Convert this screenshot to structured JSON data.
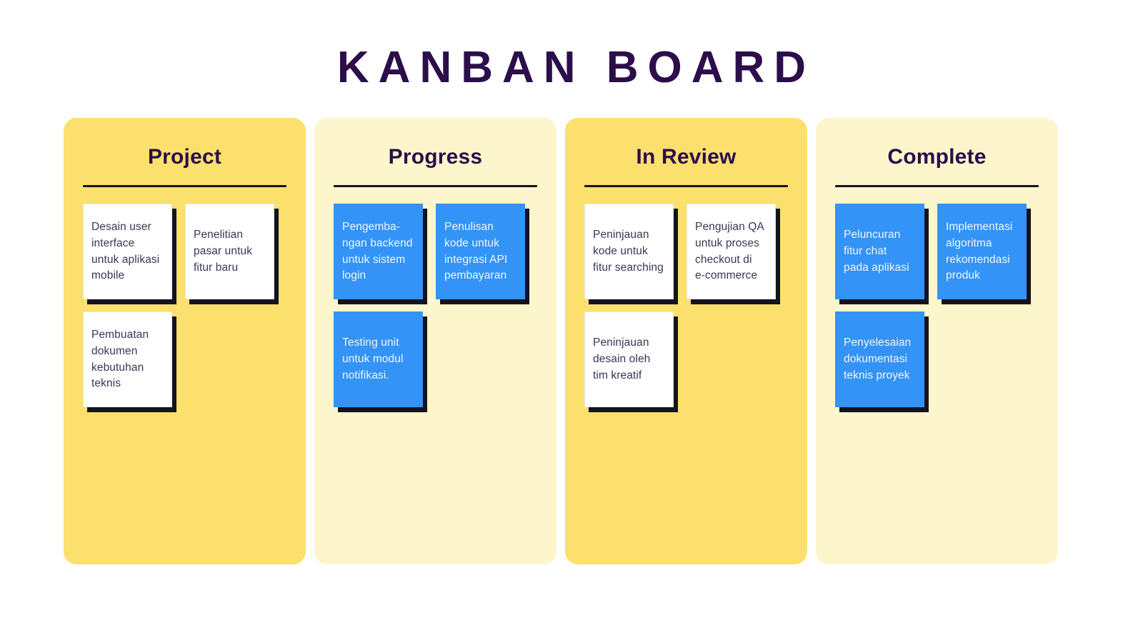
{
  "header": {
    "title": "KANBAN BOARD"
  },
  "palette": {
    "page_background": "#ffffff",
    "title_color": "#2c0e4a",
    "column_strong": "#fbe06d",
    "column_soft": "#fdf6cd",
    "card_white": "#ffffff",
    "card_blue": "#3393f6",
    "card_white_text": "#3b3554",
    "card_blue_text": "#f2f7fe",
    "shadow_color": "#15131f",
    "rule_color": "#15131f"
  },
  "columns": [
    {
      "title": "Project",
      "tone": "strong",
      "card_variant": "white",
      "cards": [
        {
          "text": "Desain user\ninterface\nuntuk aplikasi\nmobile",
          "align": "center"
        },
        {
          "text": "Penelitian\npasar untuk\nfitur baru",
          "align": "center"
        },
        {
          "text": "Pembuatan\ndokumen\nkebutuhan\nteknis",
          "align": "center"
        }
      ]
    },
    {
      "title": "Progress",
      "tone": "soft",
      "card_variant": "blue",
      "cards": [
        {
          "text": "Pengemba-\nngan backend\nuntuk sistem\nlogin",
          "align": "center"
        },
        {
          "text": "Penulisan\nkode untuk\nintegrasi API\npembayaran",
          "align": "center"
        },
        {
          "text": "Testing unit\nuntuk modul\nnotifikasi.",
          "align": "center"
        }
      ]
    },
    {
      "title": "In Review",
      "tone": "strong",
      "card_variant": "white",
      "cards": [
        {
          "text": "Peninjauan\nkode untuk\nfitur searching",
          "align": "center"
        },
        {
          "text": "Pengujian QA\nuntuk proses\ncheckout di\ne-commerce",
          "align": "center"
        },
        {
          "text": "Peninjauan\ndesain oleh\ntim kreatif",
          "align": "center"
        }
      ]
    },
    {
      "title": "Complete",
      "tone": "soft",
      "card_variant": "blue",
      "cards": [
        {
          "text": "Peluncuran\nfitur chat\npada aplikasi",
          "align": "center"
        },
        {
          "text": "Implementasi\nalgoritma\nrekomendasi\nproduk",
          "align": "center"
        },
        {
          "text": "Penyelesaian\ndokumentasi\nteknis proyek",
          "align": "center"
        }
      ]
    }
  ]
}
